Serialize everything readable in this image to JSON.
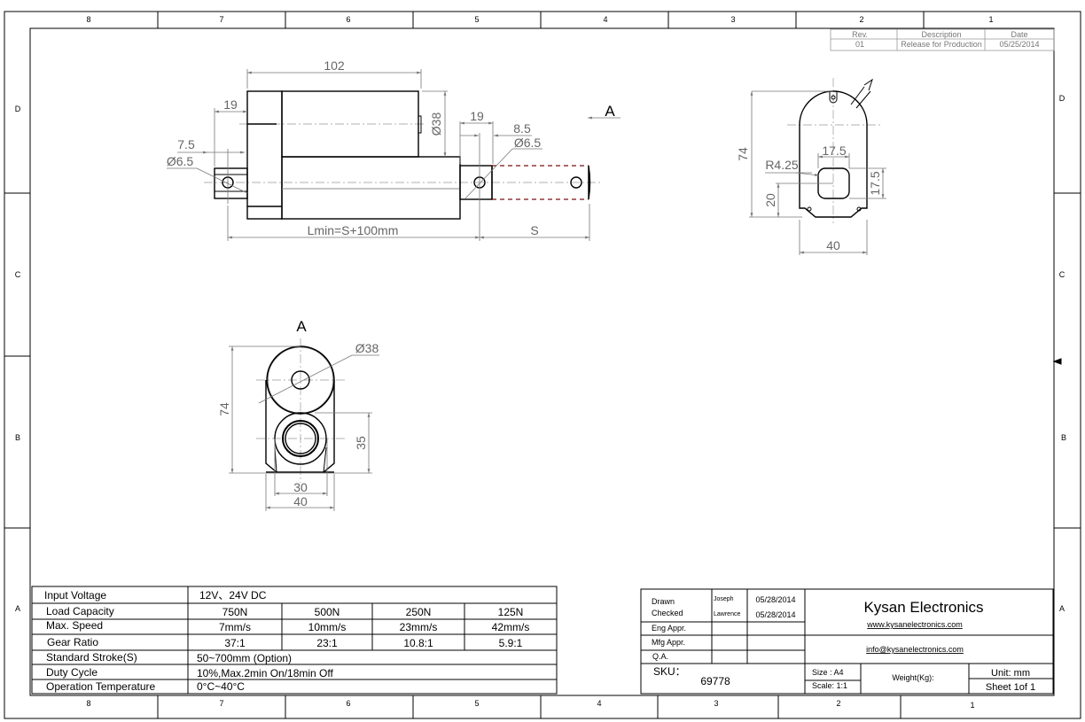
{
  "zones": {
    "top": [
      "8",
      "7",
      "6",
      "5",
      "4",
      "3",
      "2",
      "1"
    ],
    "bottom": [
      "8",
      "7",
      "6",
      "5",
      "4",
      "3",
      "2",
      "1"
    ],
    "rows": [
      "D",
      "C",
      "B",
      "A"
    ]
  },
  "revision": {
    "headers": [
      "Rev.",
      "Description",
      "Date"
    ],
    "rows": [
      [
        "01",
        "Release for Production",
        "05/25/2014"
      ]
    ]
  },
  "side_view": {
    "dims": {
      "body_length": "102",
      "rear_offset": "19",
      "rear_hole_offset": "7.5",
      "rear_hole_dia": "Ø6.5",
      "motor_dia": "Ø38",
      "rod_end_length": "19",
      "rod_hole_offset": "8.5",
      "rod_hole_dia": "Ø6.5",
      "lmin": "Lmin=S+100mm",
      "stroke": "S"
    },
    "view_marker": "A"
  },
  "end_view": {
    "dims": {
      "height": "74",
      "width": "40",
      "slot_width": "17.5",
      "slot_height": "17.5",
      "slot_radius": "R4.25",
      "slot_offset": "20"
    }
  },
  "view_a": {
    "title": "A",
    "dims": {
      "motor_dia": "Ø38",
      "height": "74",
      "lower_height": "35",
      "inner_width": "30",
      "width": "40"
    }
  },
  "specs": {
    "rows": [
      {
        "label": "Input Voltage",
        "values": [
          "12V、24V DC"
        ]
      },
      {
        "label": "Load Capacity",
        "values": [
          "750N",
          "500N",
          "250N",
          "125N"
        ]
      },
      {
        "label": "Max. Speed",
        "values": [
          "7mm/s",
          "10mm/s",
          "23mm/s",
          "42mm/s"
        ]
      },
      {
        "label": "Gear Ratio",
        "values": [
          "37:1",
          "23:1",
          "10.8:1",
          "5.9:1"
        ]
      },
      {
        "label": "Standard Stroke(S)",
        "values": [
          "50~700mm (Option)"
        ]
      },
      {
        "label": "Duty Cycle",
        "values": [
          "10%,Max.2min On/18min Off"
        ]
      },
      {
        "label": "Operation Temperature",
        "values": [
          "0°C~40°C"
        ]
      }
    ]
  },
  "title_block": {
    "drawn_label": "Drawn",
    "drawn_by": "Joseph",
    "drawn_date": "05/28/2014",
    "checked_label": "Checked",
    "checked_by": "Lawrence",
    "checked_date": "05/28/2014",
    "eng_label": "Eng Appr.",
    "mfg_label": "Mfg Appr.",
    "qa_label": "Q.A.",
    "company": "Kysan Electronics",
    "website": "www.kysanelectronics.com",
    "email": "info@kysanelectronics.com",
    "sku_label": "SKU：",
    "sku": "69778",
    "size": "Size : A4",
    "scale": "Scale: 1:1",
    "weight_label": "Weight(Kg):",
    "unit": "Unit: mm",
    "sheet": "Sheet 1of 1"
  }
}
